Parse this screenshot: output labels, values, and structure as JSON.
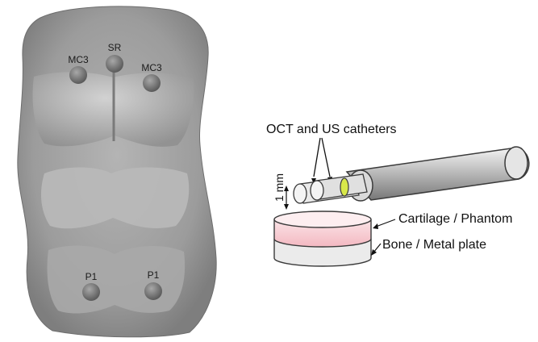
{
  "photo": {
    "markers": [
      {
        "id": "mc3-left",
        "label": "MC3"
      },
      {
        "id": "sr",
        "label": "SR"
      },
      {
        "id": "mc3-right",
        "label": "MC3"
      },
      {
        "id": "p1-left",
        "label": "P1"
      },
      {
        "id": "p1-right",
        "label": "P1"
      }
    ]
  },
  "schematic": {
    "catheters_label": "OCT and US catheters",
    "scale_label": "1 mm",
    "layer_top_label": "Cartilage / Phantom",
    "layer_bottom_label": "Bone / Metal plate"
  },
  "colors": {
    "cartilage": "#f5c2c9",
    "accent_ring": "#d8e84a",
    "tissue": "#9a9a9a"
  }
}
